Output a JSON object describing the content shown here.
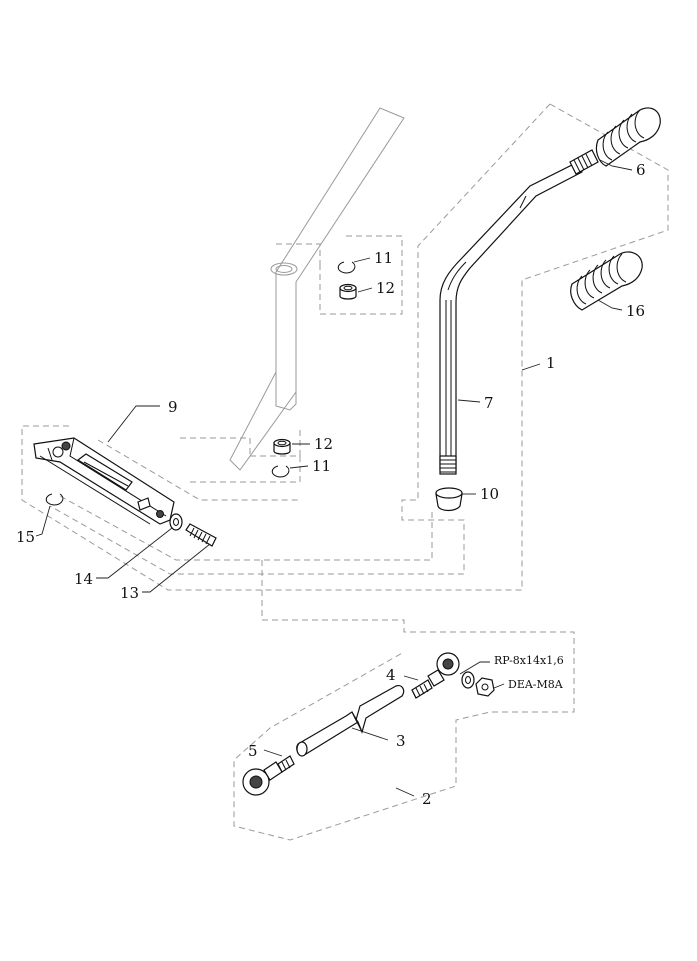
{
  "callouts": {
    "c1": "1",
    "c2": "2",
    "c3": "3",
    "c4": "4",
    "c5": "5",
    "c6": "6",
    "c7": "7",
    "c9": "9",
    "c10": "10",
    "c11a": "11",
    "c11b": "11",
    "c12a": "12",
    "c12b": "12",
    "c13": "13",
    "c14": "14",
    "c15": "15",
    "c16": "16",
    "washer_code": "RP-8x14x1,6",
    "nut_code": "DEA-M8A"
  }
}
